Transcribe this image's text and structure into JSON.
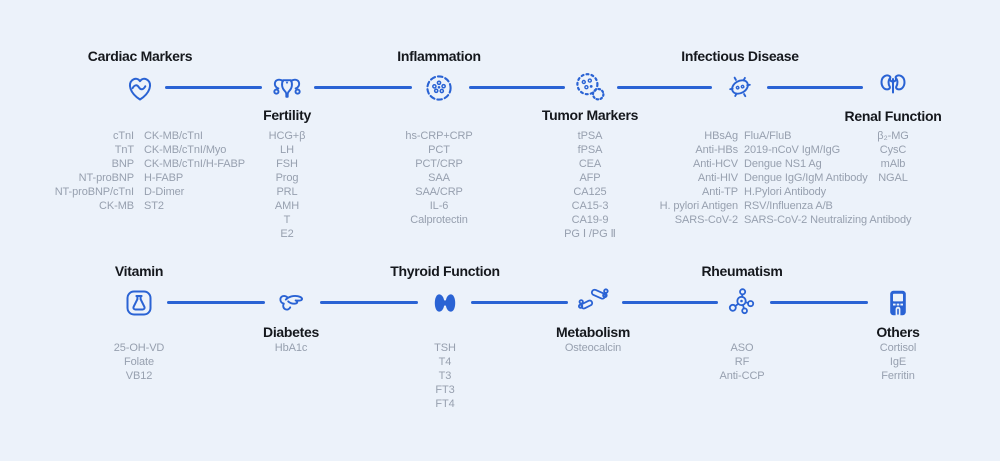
{
  "palette": {
    "background": "#ecf2fa",
    "accent": "#2a63d4",
    "title_color": "#15181d",
    "item_color": "#97a0af"
  },
  "rows": [
    {
      "groups": [
        {
          "id": "cardiac-markers",
          "title": "Cardiac Markers",
          "icon": "heart-pulse-icon",
          "columns": [
            [
              "cTnI",
              "TnT",
              "BNP",
              "NT-proBNP",
              "NT-proBNP/cTnI",
              "CK-MB"
            ],
            [
              "CK-MB/cTnI",
              "CK-MB/cTnI/Myo",
              "CK-MB/cTnI/H-FABP",
              "H-FABP",
              "D-Dimer",
              "ST2"
            ]
          ]
        },
        {
          "id": "fertility",
          "title": "Fertility",
          "icon": "uterus-icon",
          "items": [
            "HCG+β",
            "LH",
            "FSH",
            "Prog",
            "PRL",
            "AMH",
            "T",
            "E2"
          ]
        },
        {
          "id": "inflammation",
          "title": "Inflammation",
          "icon": "virus-cell-icon",
          "items": [
            "hs-CRP+CRP",
            "PCT",
            "PCT/CRP",
            "SAA",
            "SAA/CRP",
            "IL-6",
            "Calprotectin"
          ]
        },
        {
          "id": "tumor-markers",
          "title": "Tumor Markers",
          "icon": "tumor-cell-icon",
          "items": [
            "tPSA",
            "fPSA",
            "CEA",
            "AFP",
            "CA125",
            "CA15-3",
            "CA19-9",
            "PG Ⅰ /PG Ⅱ"
          ]
        },
        {
          "id": "infectious-disease",
          "title": "Infectious Disease",
          "icon": "bacteria-icon",
          "columns": [
            [
              "HBsAg",
              "Anti-HBs",
              "Anti-HCV",
              "Anti-HIV",
              "Anti-TP",
              "H. pylori Antigen",
              "SARS-CoV-2"
            ],
            [
              "FluA/FluB",
              "2019-nCoV IgM/IgG",
              "Dengue NS1 Ag",
              "Dengue IgG/IgM Antibody",
              "H.Pylori Antibody",
              "RSV/Influenza A/B",
              "SARS-CoV-2 Neutralizing Antibody"
            ]
          ]
        },
        {
          "id": "renal-function",
          "title": "Renal Function",
          "icon": "kidneys-icon",
          "items": [
            "β₂-MG",
            "CysC",
            "mAlb",
            "NGAL"
          ]
        }
      ]
    },
    {
      "groups": [
        {
          "id": "vitamin",
          "title": "Vitamin",
          "icon": "flask-icon",
          "items": [
            "25-OH-VD",
            "Folate",
            "VB12"
          ]
        },
        {
          "id": "diabetes",
          "title": "Diabetes",
          "icon": "pancreas-icon",
          "items": [
            "HbA1c"
          ]
        },
        {
          "id": "thyroid-function",
          "title": "Thyroid Function",
          "icon": "thyroid-icon",
          "items": [
            "TSH",
            "T4",
            "T3",
            "FT3",
            "FT4"
          ]
        },
        {
          "id": "metabolism",
          "title": "Metabolism",
          "icon": "bone-joint-icon",
          "items": [
            "Osteocalcin"
          ]
        },
        {
          "id": "rheumatism",
          "title": "Rheumatism",
          "icon": "molecule-icon",
          "items": [
            "ASO",
            "RF",
            "Anti-CCP"
          ]
        },
        {
          "id": "others",
          "title": "Others",
          "icon": "poct-device-icon",
          "items": [
            "Cortisol",
            "IgE",
            "Ferritin"
          ]
        }
      ]
    }
  ]
}
